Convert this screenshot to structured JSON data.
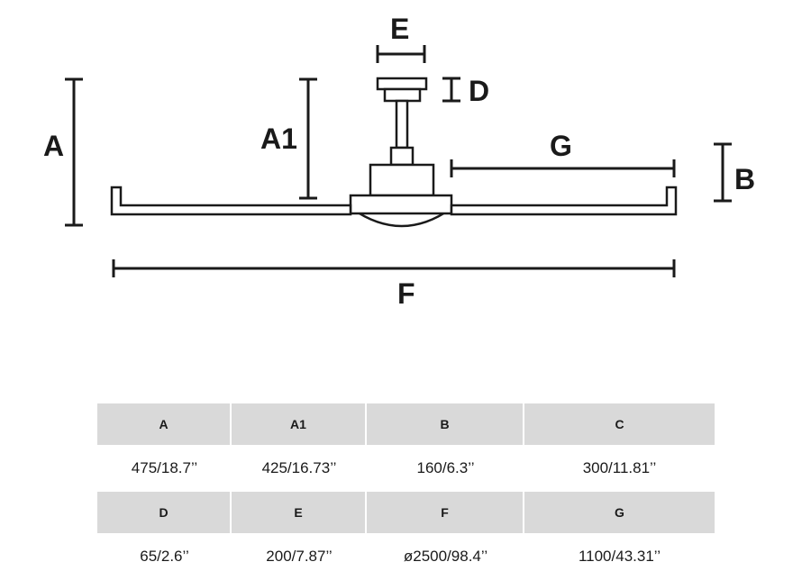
{
  "diagram": {
    "labels": {
      "A": "A",
      "A1": "A1",
      "B": "B",
      "D": "D",
      "E": "E",
      "F": "F",
      "G": "G"
    }
  },
  "table": {
    "rows": [
      {
        "headers": [
          "A",
          "A1",
          "B",
          "C"
        ],
        "values": [
          "475/18.7’’",
          "425/16.73’’",
          "160/6.3’’",
          "300/11.81’’"
        ]
      },
      {
        "headers": [
          "D",
          "E",
          "F",
          "G"
        ],
        "values": [
          "65/2.6’’",
          "200/7.87’’",
          "ø2500/98.4’’",
          "1100/43.31’’"
        ]
      }
    ]
  }
}
